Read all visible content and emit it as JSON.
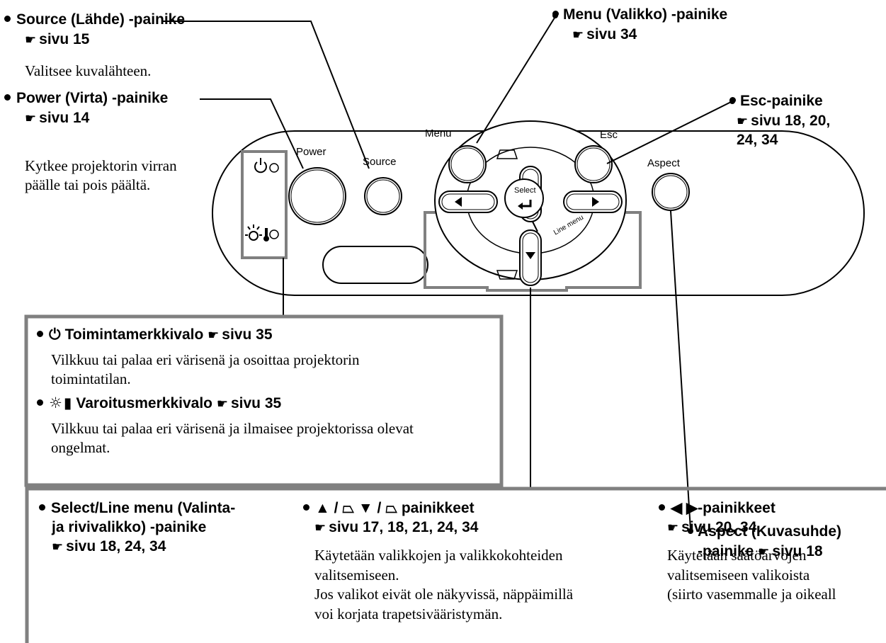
{
  "callouts": {
    "source": {
      "title": "Source (Lähde) -painike",
      "ref": "sivu 15",
      "desc": "Valitsee kuvalähteen."
    },
    "power": {
      "title": "Power (Virta) -painike",
      "ref": "sivu 14",
      "desc": [
        "Kytkee projektorin virran",
        "päälle tai pois päältä."
      ]
    },
    "menu": {
      "title": "Menu (Valikko) -painike",
      "ref": "sivu 34"
    },
    "esc": {
      "title": "Esc-painike",
      "ref": "sivu 18, 20,",
      "ref2": "24, 34"
    },
    "aspect": {
      "title": "Aspect (Kuvasuhde)",
      "title2": "-painike",
      "ref": "sivu 18"
    },
    "operation": {
      "title": "Toimintamerkkivalo",
      "ref": "sivu 35",
      "desc": [
        "Vilkkuu tai palaa eri värisenä ja osoittaa projektorin",
        "toimintatilan."
      ]
    },
    "warning": {
      "title": "Varoitusmerkkivalo",
      "ref": "sivu 35",
      "desc": [
        "Vilkkuu tai palaa eri värisenä ja ilmaisee projektorissa olevat",
        "ongelmat."
      ]
    },
    "select": {
      "title": [
        "Select/Line menu (Valinta-",
        "ja rivivalikko) -painike"
      ],
      "ref": "sivu 18, 24, 34"
    },
    "updown": {
      "title": "▲ / ⏢ ▼ / ⏢ painikkeet",
      "ref": "sivu 17, 18, 21, 24, 34",
      "desc": [
        "Käytetään valikkojen ja valikkokohteiden",
        "valitsemiseen.",
        "Jos valikot eivät ole näkyvissä, näppäimillä",
        "voi korjata trapetsivääristymän."
      ]
    },
    "leftright": {
      "title": "◀ ▶-painikkeet",
      "ref": "sivu 20, 34",
      "desc": [
        "Käytetään säätöarvojen",
        "valitsemiseen valikoista",
        "(siirto vasemmalle ja oikeall"
      ]
    }
  },
  "panel": {
    "power_label": "Power",
    "source_label": "Source",
    "menu_label": "Menu",
    "esc_label": "Esc",
    "aspect_label": "Aspect",
    "select_label": "Select",
    "line_menu_label": "Line menu"
  },
  "icons": {
    "page_ref": "pointing-hand-icon",
    "power": "power-icon",
    "lamp": "lamp-icon",
    "temp": "thermometer-icon"
  }
}
